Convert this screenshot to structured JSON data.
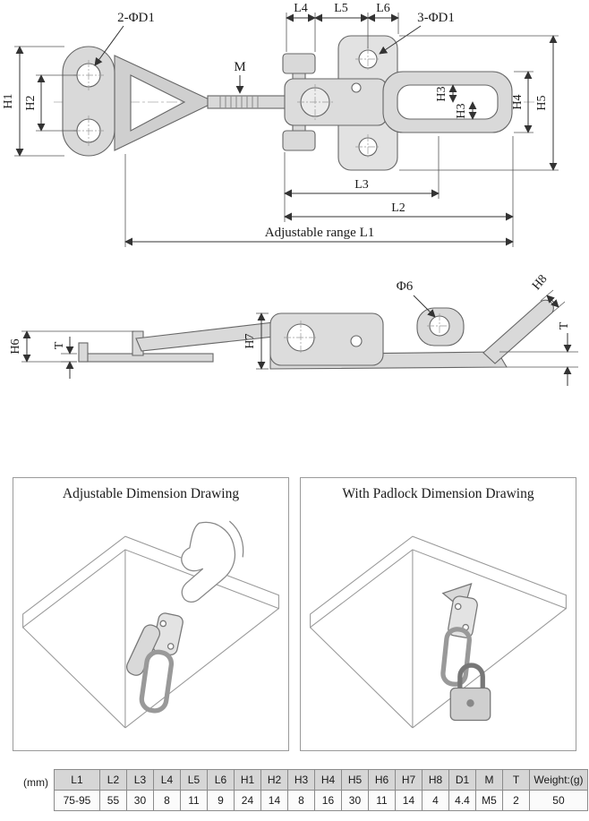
{
  "top_drawing": {
    "callout_left": "2-ΦD1",
    "callout_right": "3-ΦD1",
    "dims": {
      "h1": "H1",
      "h2": "H2",
      "m": "M",
      "l4": "L4",
      "l5": "L5",
      "l6": "L6",
      "h3_top": "H3",
      "h3_bottom": "H3",
      "h4": "H4",
      "h5": "H5",
      "l3": "L3",
      "l2": "L2",
      "adjustable_range": "Adjustable range L1"
    }
  },
  "side_drawing": {
    "dims": {
      "phi6": "Φ6",
      "h8": "H8",
      "h6": "H6",
      "t_left": "T",
      "h7": "H7",
      "t_right": "T"
    }
  },
  "panels": {
    "left_title": "Adjustable Dimension Drawing",
    "right_title": "With Padlock Dimension Drawing"
  },
  "spec_table": {
    "unit_label": "(mm)",
    "columns": [
      {
        "header": "L1",
        "value": "75-95"
      },
      {
        "header": "L2",
        "value": "55"
      },
      {
        "header": "L3",
        "value": "30"
      },
      {
        "header": "L4",
        "value": "8"
      },
      {
        "header": "L5",
        "value": "11"
      },
      {
        "header": "L6",
        "value": "9"
      },
      {
        "header": "H1",
        "value": "24"
      },
      {
        "header": "H2",
        "value": "14"
      },
      {
        "header": "H3",
        "value": "8"
      },
      {
        "header": "H4",
        "value": "16"
      },
      {
        "header": "H5",
        "value": "30"
      },
      {
        "header": "H6",
        "value": "11"
      },
      {
        "header": "H7",
        "value": "14"
      },
      {
        "header": "H8",
        "value": "4"
      },
      {
        "header": "D1",
        "value": "4.4"
      },
      {
        "header": "M",
        "value": "M5"
      },
      {
        "header": "T",
        "value": "2"
      },
      {
        "header": "Weight:(g)",
        "value": "50"
      }
    ]
  }
}
